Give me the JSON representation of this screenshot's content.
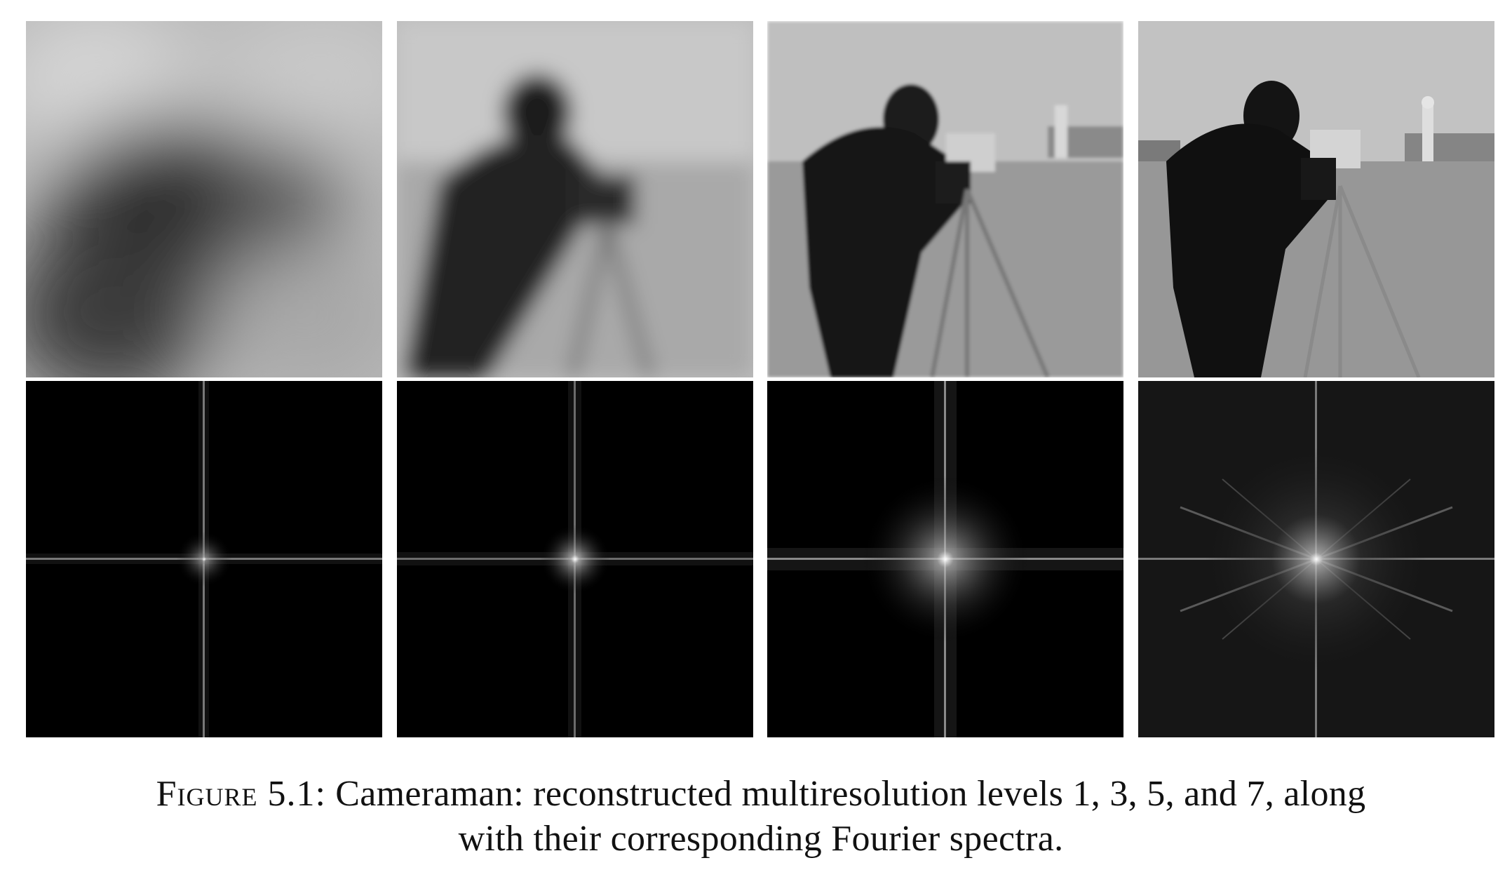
{
  "figure": {
    "caption_label": "Figure 5.1:",
    "caption_line1": "Cameraman: reconstructed multiresolution levels 1, 3, 5, and 7, along",
    "caption_line2": "with their corresponding Fourier spectra.",
    "levels": [
      1,
      3,
      5,
      7
    ]
  }
}
